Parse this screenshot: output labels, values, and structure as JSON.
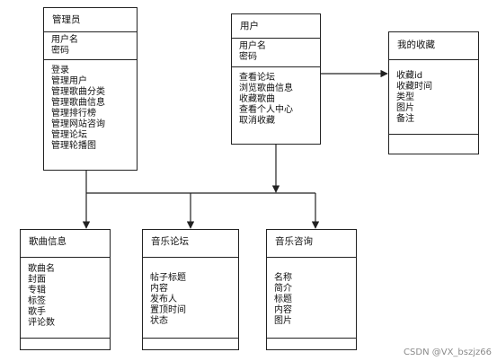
{
  "classes": {
    "admin": {
      "title": "管理员",
      "attributes": [
        "用户名",
        "密码"
      ],
      "methods": [
        "登录",
        "管理用户",
        "管理歌曲分类",
        "管理歌曲信息",
        "管理排行榜",
        "管理网站咨询",
        "管理论坛",
        "管理轮播图"
      ]
    },
    "user": {
      "title": "用户",
      "attributes": [
        "用户名",
        "密码"
      ],
      "methods": [
        "查看论坛",
        "浏览歌曲信息",
        "收藏歌曲",
        "查看个人中心",
        "取消收藏"
      ]
    },
    "favorites": {
      "title": "我的收藏",
      "attributes": [
        "收藏id",
        "收藏时间",
        "类型",
        "图片",
        "备注"
      ]
    },
    "song": {
      "title": "歌曲信息",
      "attributes": [
        "歌曲名",
        "封面",
        "专辑",
        "标签",
        "歌手",
        "评论数"
      ]
    },
    "forum": {
      "title": "音乐论坛",
      "attributes": [
        "帖子标题",
        "内容",
        "发布人",
        "置顶时间",
        "状态"
      ]
    },
    "news": {
      "title": "音乐咨询",
      "attributes": [
        "名称",
        "简介",
        "标题",
        "内容",
        "图片"
      ]
    }
  },
  "watermark": "CSDN @VX_bszjz66",
  "colors": {
    "line": "#222222",
    "box_border": "#222222",
    "watermark": "#8a8a8a"
  }
}
